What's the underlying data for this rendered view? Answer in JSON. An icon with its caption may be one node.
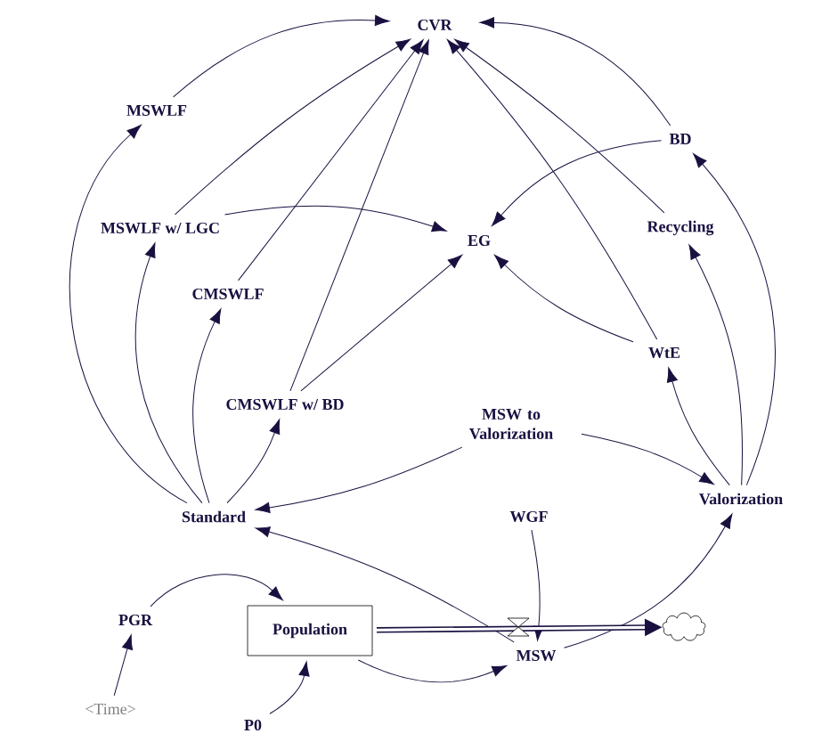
{
  "diagram": {
    "nodes": [
      {
        "text": [
          "CVR"
        ]
      },
      {
        "text": [
          "MSWLF"
        ]
      },
      {
        "text": [
          "BD"
        ]
      },
      {
        "text": [
          "MSWLF w/ LGC"
        ]
      },
      {
        "text": [
          "EG"
        ]
      },
      {
        "text": [
          "Recycling"
        ]
      },
      {
        "text": [
          "CMSWLF"
        ]
      },
      {
        "text": [
          "WtE"
        ]
      },
      {
        "text": [
          "CMSWLF w/ BD"
        ]
      },
      {
        "text": [
          "MSW to Valorization"
        ]
      },
      {
        "text": [
          "Standard"
        ]
      },
      {
        "text": [
          "Valorization"
        ]
      },
      {
        "text": [
          "WGF"
        ]
      },
      {
        "text": [
          "PGR"
        ]
      },
      {
        "text": [
          "Population"
        ]
      },
      {
        "text": [
          "MSW"
        ]
      },
      {
        "text": [],
        "shape": "cloud"
      },
      {
        "text": [
          "<Time>"
        ]
      },
      {
        "text": [
          "P0"
        ]
      }
    ],
    "edges": [
      {
        "from": 1,
        "to": 0,
        "arrow": "to"
      },
      {
        "from": 3,
        "to": 0,
        "arrow": "to"
      },
      {
        "from": 6,
        "to": 0,
        "arrow": "to"
      },
      {
        "from": 8,
        "to": 0,
        "arrow": "to"
      },
      {
        "from": 2,
        "to": 0,
        "arrow": "to"
      },
      {
        "from": 5,
        "to": 0,
        "arrow": "to"
      },
      {
        "from": 7,
        "to": 0,
        "arrow": "to"
      },
      {
        "from": 3,
        "to": 4,
        "arrow": "to"
      },
      {
        "from": 8,
        "to": 4,
        "arrow": "to"
      },
      {
        "from": 2,
        "to": 4,
        "arrow": "to"
      },
      {
        "from": 7,
        "to": 4,
        "arrow": "to"
      },
      {
        "from": 10,
        "to": 1,
        "arrow": "to"
      },
      {
        "from": 10,
        "to": 3,
        "arrow": "to"
      },
      {
        "from": 10,
        "to": 6,
        "arrow": "to"
      },
      {
        "from": 10,
        "to": 8,
        "arrow": "to"
      },
      {
        "from": 9,
        "to": 10,
        "arrow": "to"
      },
      {
        "from": 9,
        "to": 11,
        "arrow": "to"
      },
      {
        "from": 15,
        "to": 10,
        "arrow": "to"
      },
      {
        "from": 11,
        "to": 7,
        "arrow": "to"
      },
      {
        "from": 11,
        "to": 5,
        "arrow": "to"
      },
      {
        "from": 11,
        "to": 2,
        "arrow": "to"
      },
      {
        "from": 12,
        "to": 15,
        "arrow": "to"
      },
      {
        "from": 15,
        "to": 11,
        "arrow": "to"
      },
      {
        "from": 13,
        "to": 14,
        "arrow": "to"
      },
      {
        "from": 17,
        "to": 13,
        "arrow": "to"
      },
      {
        "from": 18,
        "to": 14,
        "arrow": "to"
      },
      {
        "from": 14,
        "to": 15,
        "arrow": "to"
      },
      {
        "from": 14,
        "to": 16,
        "arrow": "to",
        "style": "thick"
      }
    ]
  }
}
